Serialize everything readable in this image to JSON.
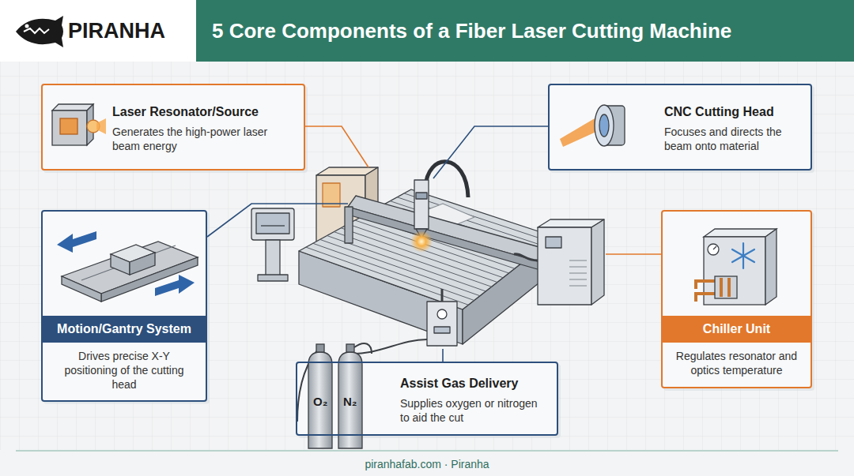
{
  "diagram": {
    "title": "5 Core Components of a Fiber Laser Cutting Machine",
    "caption": "piranhafab.com · Piranha",
    "nodes": [
      {
        "text": [
          "Laser Resonator/Source",
          "Generates the high-power laser beam energy"
        ]
      },
      {
        "text": [
          "CNC Cutting Head",
          "Focuses and directs the beam onto material"
        ]
      },
      {
        "text": [
          "Motion/Gantry System",
          "Drives precise X-Y positioning of the cutting head"
        ]
      },
      {
        "text": [
          "Chiller Unit",
          "Regulates resonator and optics temperature"
        ]
      },
      {
        "text": [
          "Assist Gas Delivery",
          "Supplies oxygen or nitrogen to aid the cut"
        ]
      }
    ],
    "labels": [
      "PIRANHA",
      "O₂",
      "N₂"
    ]
  }
}
